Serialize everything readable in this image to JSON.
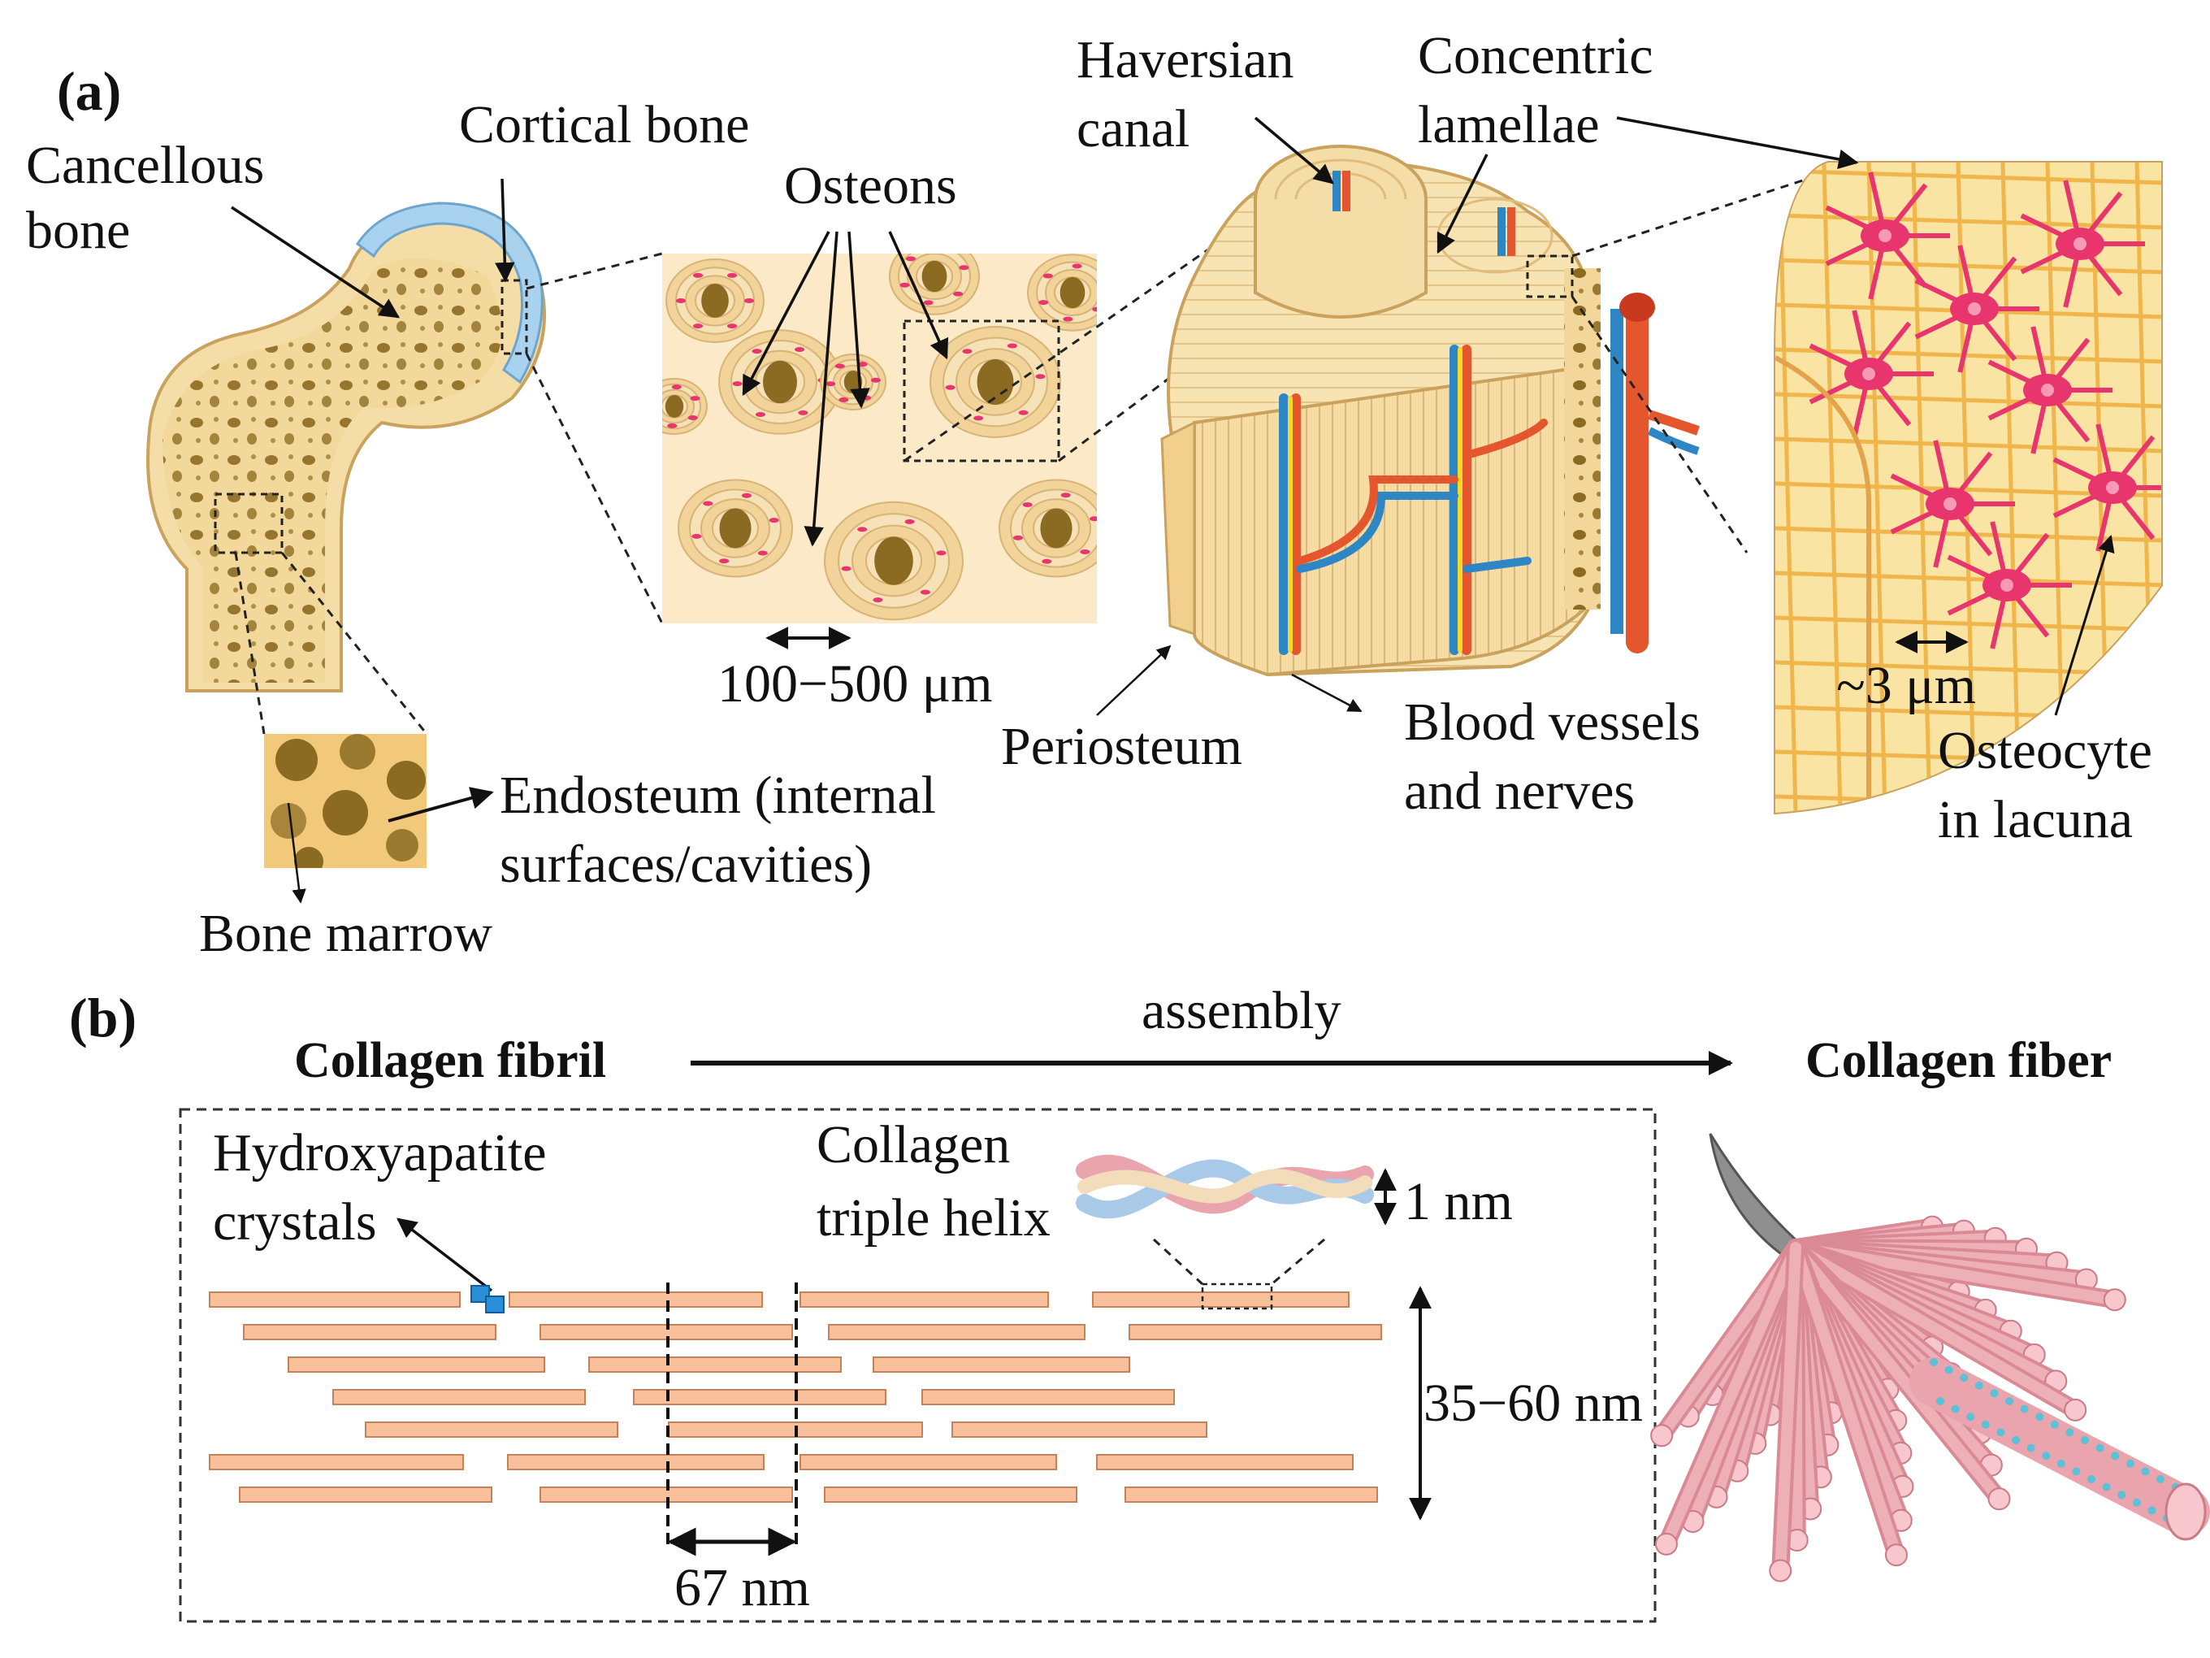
{
  "panel_a": {
    "label": "(a)",
    "cancellous_bone": [
      "Cancellous",
      "bone"
    ],
    "cortical_bone": "Cortical bone",
    "osteons": "Osteons",
    "haversian_canal": [
      "Haversian",
      "canal"
    ],
    "concentric_lamellae": [
      "Concentric",
      "lamellae"
    ],
    "osteon_scale": "100−500 μm",
    "lacuna_scale": "~3 μm",
    "periosteum": "Periosteum",
    "blood_vessels": [
      "Blood vessels",
      "and nerves"
    ],
    "osteocyte": [
      "Osteocyte",
      "in lacuna"
    ],
    "endosteum": [
      "Endosteum (internal",
      "surfaces/cavities)"
    ],
    "bone_marrow": "Bone marrow"
  },
  "panel_b": {
    "label": "(b)",
    "collagen_fibril": "Collagen fibril",
    "assembly": "assembly",
    "collagen_fiber": "Collagen fiber",
    "hydroxyapatite": [
      "Hydroxyapatite",
      "crystals"
    ],
    "triple_helix": [
      "Collagen",
      "triple helix"
    ],
    "helix_scale": "1 nm",
    "fibril_diameter": "35−60 nm",
    "period": "67 nm"
  },
  "colors": {
    "bone": "#f8e3b3",
    "bone_edge": "#c9a25e",
    "pore": "#8b6a22",
    "cortex_blue": "#a9d2ee",
    "osteocyte": "#e8356e",
    "vessel_red": "#e4572e",
    "vessel_blue": "#2f86c5",
    "nerve_yellow": "#f5d82a",
    "molecule": "#f7c09a",
    "molecule_edge": "#c4825a",
    "crystal": "#2a8fd6",
    "fiber_pink": "#e9a4ad"
  }
}
